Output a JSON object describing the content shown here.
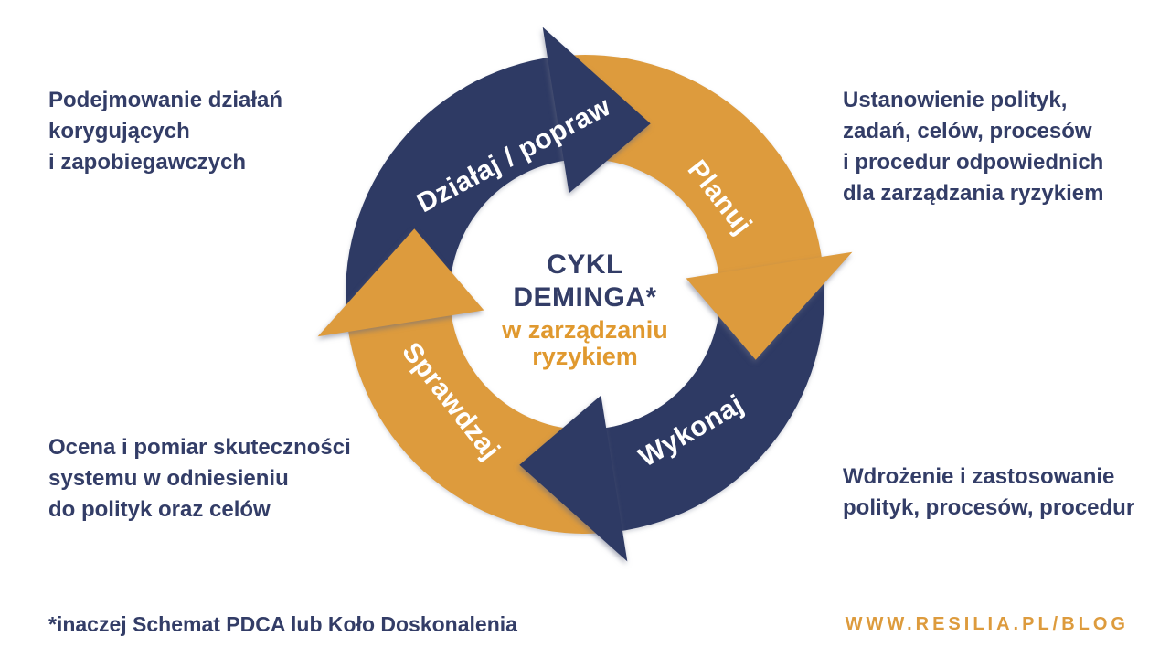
{
  "colors": {
    "navy": "#2e3a64",
    "navy_text": "#333d67",
    "orange": "#dd9b3d",
    "orange_text": "#e0992f",
    "website_orange": "#dd9b3d",
    "label_white": "#ffffff",
    "background": "#ffffff"
  },
  "cycle": {
    "title_line1": "CYKL",
    "title_line2": "DEMINGA*",
    "subtitle_line1": "w zarządzaniu",
    "subtitle_line2": "ryzykiem",
    "segments": [
      {
        "id": "act",
        "label": "Działaj / popraw",
        "color": "#2e3a64"
      },
      {
        "id": "plan",
        "label": "Planuj",
        "color": "#dd9b3d"
      },
      {
        "id": "do",
        "label": "Wykonaj",
        "color": "#2e3a64"
      },
      {
        "id": "check",
        "label": "Sprawdzaj",
        "color": "#dd9b3d"
      }
    ]
  },
  "annotations": {
    "act": {
      "lines": [
        "Podejmowanie działań",
        "korygujących",
        "i zapobiegawczych"
      ]
    },
    "plan": {
      "lines": [
        "Ustanowienie polityk,",
        "zadań, celów, procesów",
        "i procedur odpowiednich",
        "dla zarządzania ryzykiem"
      ]
    },
    "check": {
      "lines": [
        "Ocena i pomiar skuteczności",
        "systemu w odniesieniu",
        "do polityk oraz celów"
      ]
    },
    "do": {
      "lines": [
        "Wdrożenie i zastosowanie",
        "polityk, procesów, procedur"
      ]
    }
  },
  "footnote": "*inaczej Schemat PDCA lub Koło Doskonalenia",
  "website": "WWW.RESILIA.PL/BLOG"
}
